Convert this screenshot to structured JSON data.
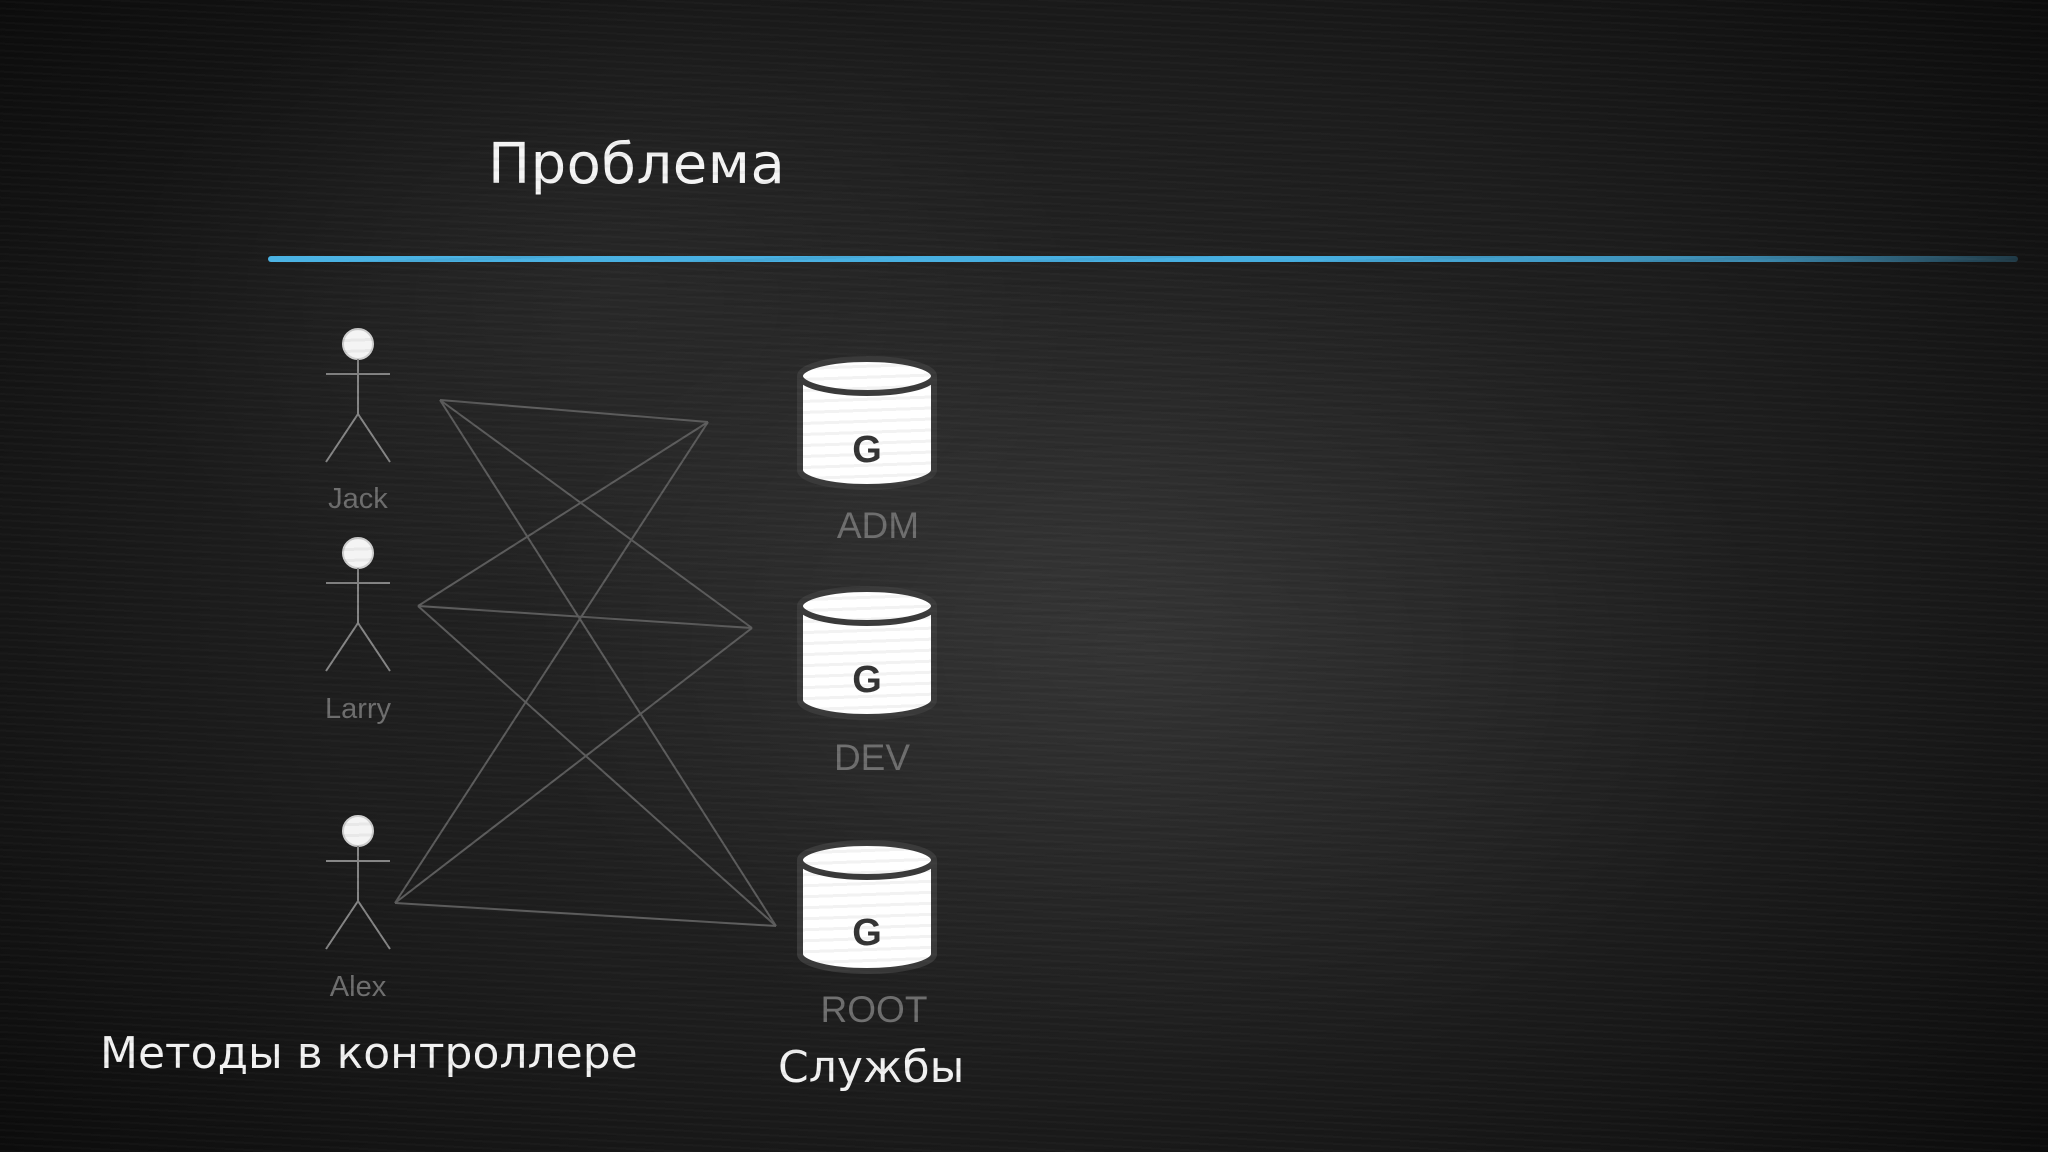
{
  "slide": {
    "title": "Проблема",
    "caption_left": "Методы в контроллере",
    "caption_right": "Службы",
    "accent_color": "#46aee0"
  },
  "diagram": {
    "actors": [
      {
        "id": "jack",
        "label": "Jack"
      },
      {
        "id": "larry",
        "label": "Larry"
      },
      {
        "id": "alex",
        "label": "Alex"
      }
    ],
    "services": [
      {
        "id": "adm",
        "icon_text": "G",
        "label": "ADM"
      },
      {
        "id": "dev",
        "icon_text": "G",
        "label": "DEV"
      },
      {
        "id": "root",
        "icon_text": "G",
        "label": "ROOT"
      }
    ],
    "connections": [
      [
        "jack",
        "adm"
      ],
      [
        "jack",
        "dev"
      ],
      [
        "jack",
        "root"
      ],
      [
        "larry",
        "adm"
      ],
      [
        "larry",
        "dev"
      ],
      [
        "larry",
        "root"
      ],
      [
        "alex",
        "adm"
      ],
      [
        "alex",
        "dev"
      ],
      [
        "alex",
        "root"
      ]
    ]
  }
}
